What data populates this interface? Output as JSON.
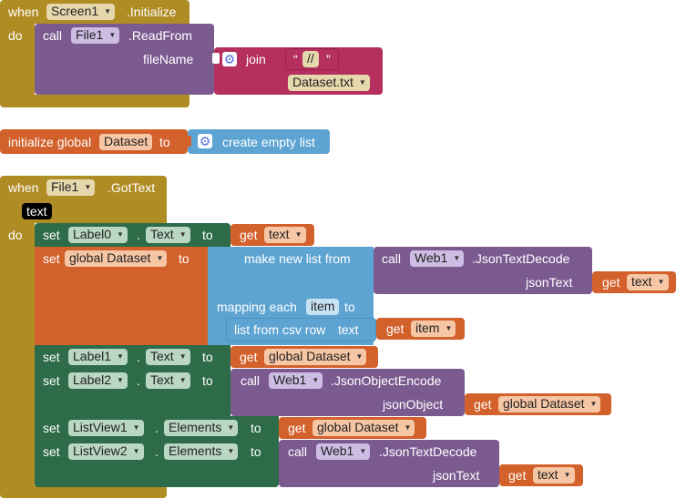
{
  "colors": {
    "event": "#b08c25",
    "procedure": "#7b5a90",
    "text": "#b5305e",
    "variable": "#d2612c",
    "list": "#5ea4d2",
    "component_set": "#2d6b49"
  },
  "init_event": {
    "when": "when",
    "component": "Screen1",
    "event": ".Initialize",
    "do": "do",
    "call": "call",
    "target": "File1",
    "method": ".ReadFrom",
    "param": "fileName",
    "join": "join",
    "quote_open": "“",
    "string": "//",
    "quote_close": "”",
    "file": "Dataset.txt"
  },
  "global_init": {
    "label": "initialize global",
    "name": "Dataset",
    "to": "to",
    "value": "create empty list"
  },
  "gottext_event": {
    "when": "when",
    "component": "File1",
    "event": ".GotText",
    "param": "text",
    "do": "do",
    "rows": {
      "r1": {
        "set": "set",
        "comp": "Label0",
        "dot": ".",
        "prop": "Text",
        "to": "to",
        "get": "get",
        "var": "text"
      },
      "r2": {
        "set": "set",
        "var": "global Dataset",
        "to": "to",
        "make": "make new list from",
        "call": "call",
        "comp": "Web1",
        "method": ".JsonTextDecode",
        "param": "jsonText",
        "get": "get",
        "getvar": "text",
        "mapping": "mapping each",
        "item": "item",
        "to2": "to",
        "csv": "list from csv row",
        "csv_text": "text",
        "get2": "get",
        "item2": "item"
      },
      "r3": {
        "set": "set",
        "comp": "Label1",
        "dot": ".",
        "prop": "Text",
        "to": "to",
        "get": "get",
        "var": "global Dataset"
      },
      "r4": {
        "set": "set",
        "comp": "Label2",
        "dot": ".",
        "prop": "Text",
        "to": "to",
        "call": "call",
        "comp2": "Web1",
        "method": ".JsonObjectEncode",
        "param": "jsonObject",
        "get": "get",
        "var": "global Dataset"
      },
      "r5": {
        "set": "set",
        "comp": "ListView1",
        "dot": ".",
        "prop": "Elements",
        "to": "to",
        "get": "get",
        "var": "global Dataset"
      },
      "r6": {
        "set": "set",
        "comp": "ListView2",
        "dot": ".",
        "prop": "Elements",
        "to": "to",
        "call": "call",
        "comp2": "Web1",
        "method": ".JsonTextDecode",
        "param": "jsonText",
        "get": "get",
        "var": "text"
      }
    }
  }
}
